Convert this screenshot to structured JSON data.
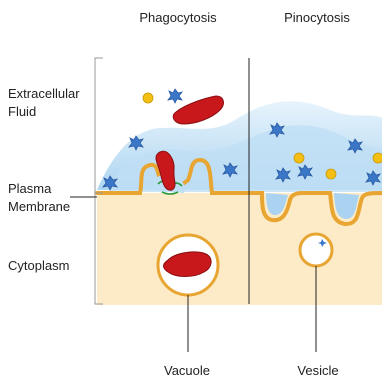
{
  "headings": {
    "left": "Phagocytosis",
    "right": "Pinocytosis"
  },
  "regions": {
    "extracellular": [
      "Extracellular",
      "Fluid"
    ],
    "membrane": [
      "Plasma",
      "Membrane"
    ],
    "cytoplasm": "Cytoplasm"
  },
  "callouts": {
    "vacuole": "Vacuole",
    "vesicle": "Vesicle"
  },
  "colors": {
    "cytoplasm": "#fcebc6",
    "membrane": "#e8a531",
    "fluid_light": "#d6ecf9",
    "fluid_mid": "#b5d9f2",
    "red_cell": "#c8181c",
    "blue_particle": "#3b77c9",
    "yellow_particle": "#f2bf12",
    "bracket": "#999999",
    "divider": "#222222"
  }
}
